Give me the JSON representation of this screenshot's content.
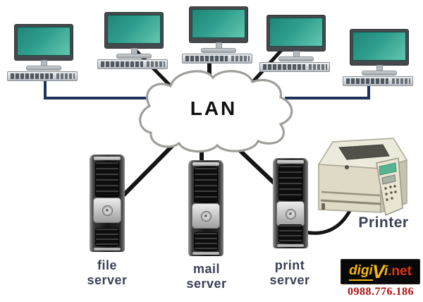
{
  "cloud": {
    "label": "LAN"
  },
  "servers": [
    {
      "label": "file\nserver"
    },
    {
      "label": "mail\nserver"
    },
    {
      "label": "print\nserver"
    }
  ],
  "printer": {
    "label": "Printer"
  },
  "watermark": {
    "logo": {
      "part_digi": "digi",
      "part_v": "V",
      "part_i": "i",
      "part_net": ".net"
    },
    "phone": "0988.776.186"
  },
  "colors": {
    "screen_teal": "#2E9E8E",
    "cable_navy": "#1F3358",
    "cable_black": "#141414",
    "label_color": "#3A4156",
    "cloud_outline": "#A09E9A",
    "printer_beige": "#DEDAC6",
    "logo_yellow": "#F5B70F",
    "logo_net_red": "#E03212",
    "phone_red": "#B31212"
  }
}
